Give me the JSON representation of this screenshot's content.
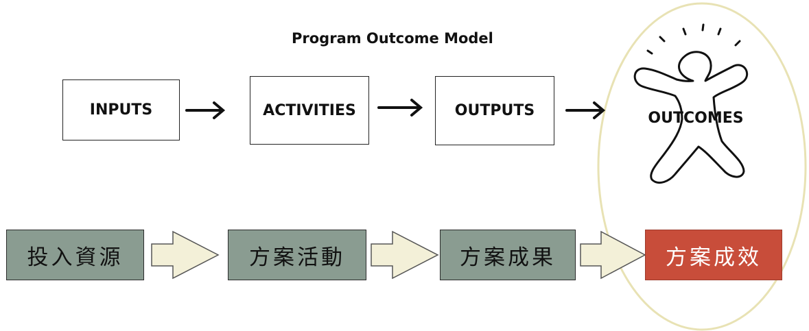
{
  "title": "Program Outcome Model",
  "model": {
    "inputs": "INPUTS",
    "activities": "ACTIVITIES",
    "outputs": "OUTPUTS",
    "outcomes": "OUTCOMES"
  },
  "zh_steps": [
    "投入資源",
    "方案活動",
    "方案成果",
    "方案成效"
  ],
  "colors": {
    "step_fill": "#8a9c91",
    "highlight_fill": "#c84d3a",
    "chevron_fill": "#f3f0d8",
    "ellipse_stroke": "#e8e2b4"
  }
}
